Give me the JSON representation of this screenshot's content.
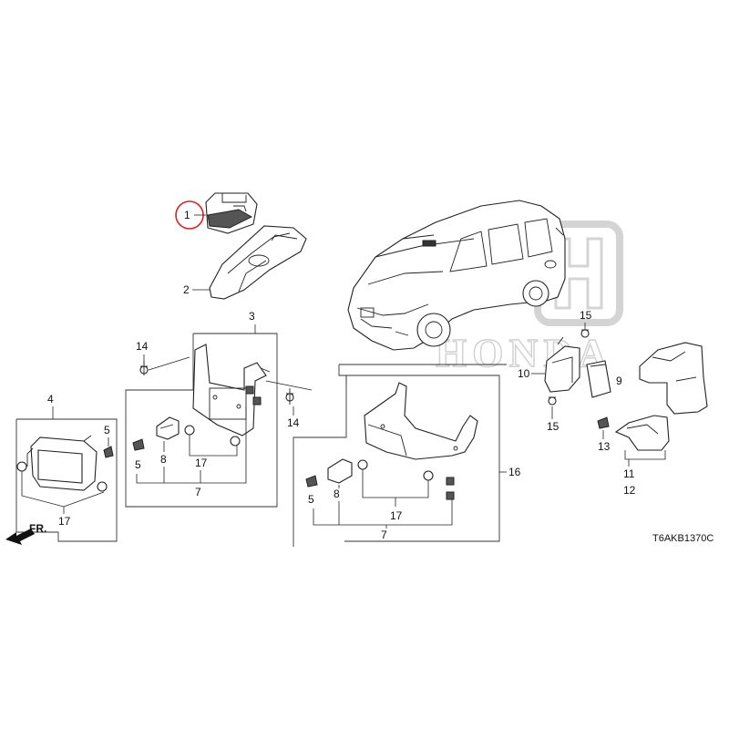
{
  "callouts": {
    "c1": "1",
    "c2": "2",
    "c3": "3",
    "c4": "4",
    "c5a": "5",
    "c5b": "5",
    "c5c": "5",
    "c7a": "7",
    "c7b": "7",
    "c8a": "8",
    "c8b": "8",
    "c9": "9",
    "c10": "10",
    "c11": "11",
    "c12": "12",
    "c13": "13",
    "c14a": "14",
    "c14b": "14",
    "c15a": "15",
    "c15b": "15",
    "c16": "16",
    "c17a": "17",
    "c17b": "17",
    "c17c": "17"
  },
  "direction_label": "FR.",
  "diagram_code": "T6AKB1370C",
  "watermark": "HONDA",
  "highlight_color": "#e02020"
}
